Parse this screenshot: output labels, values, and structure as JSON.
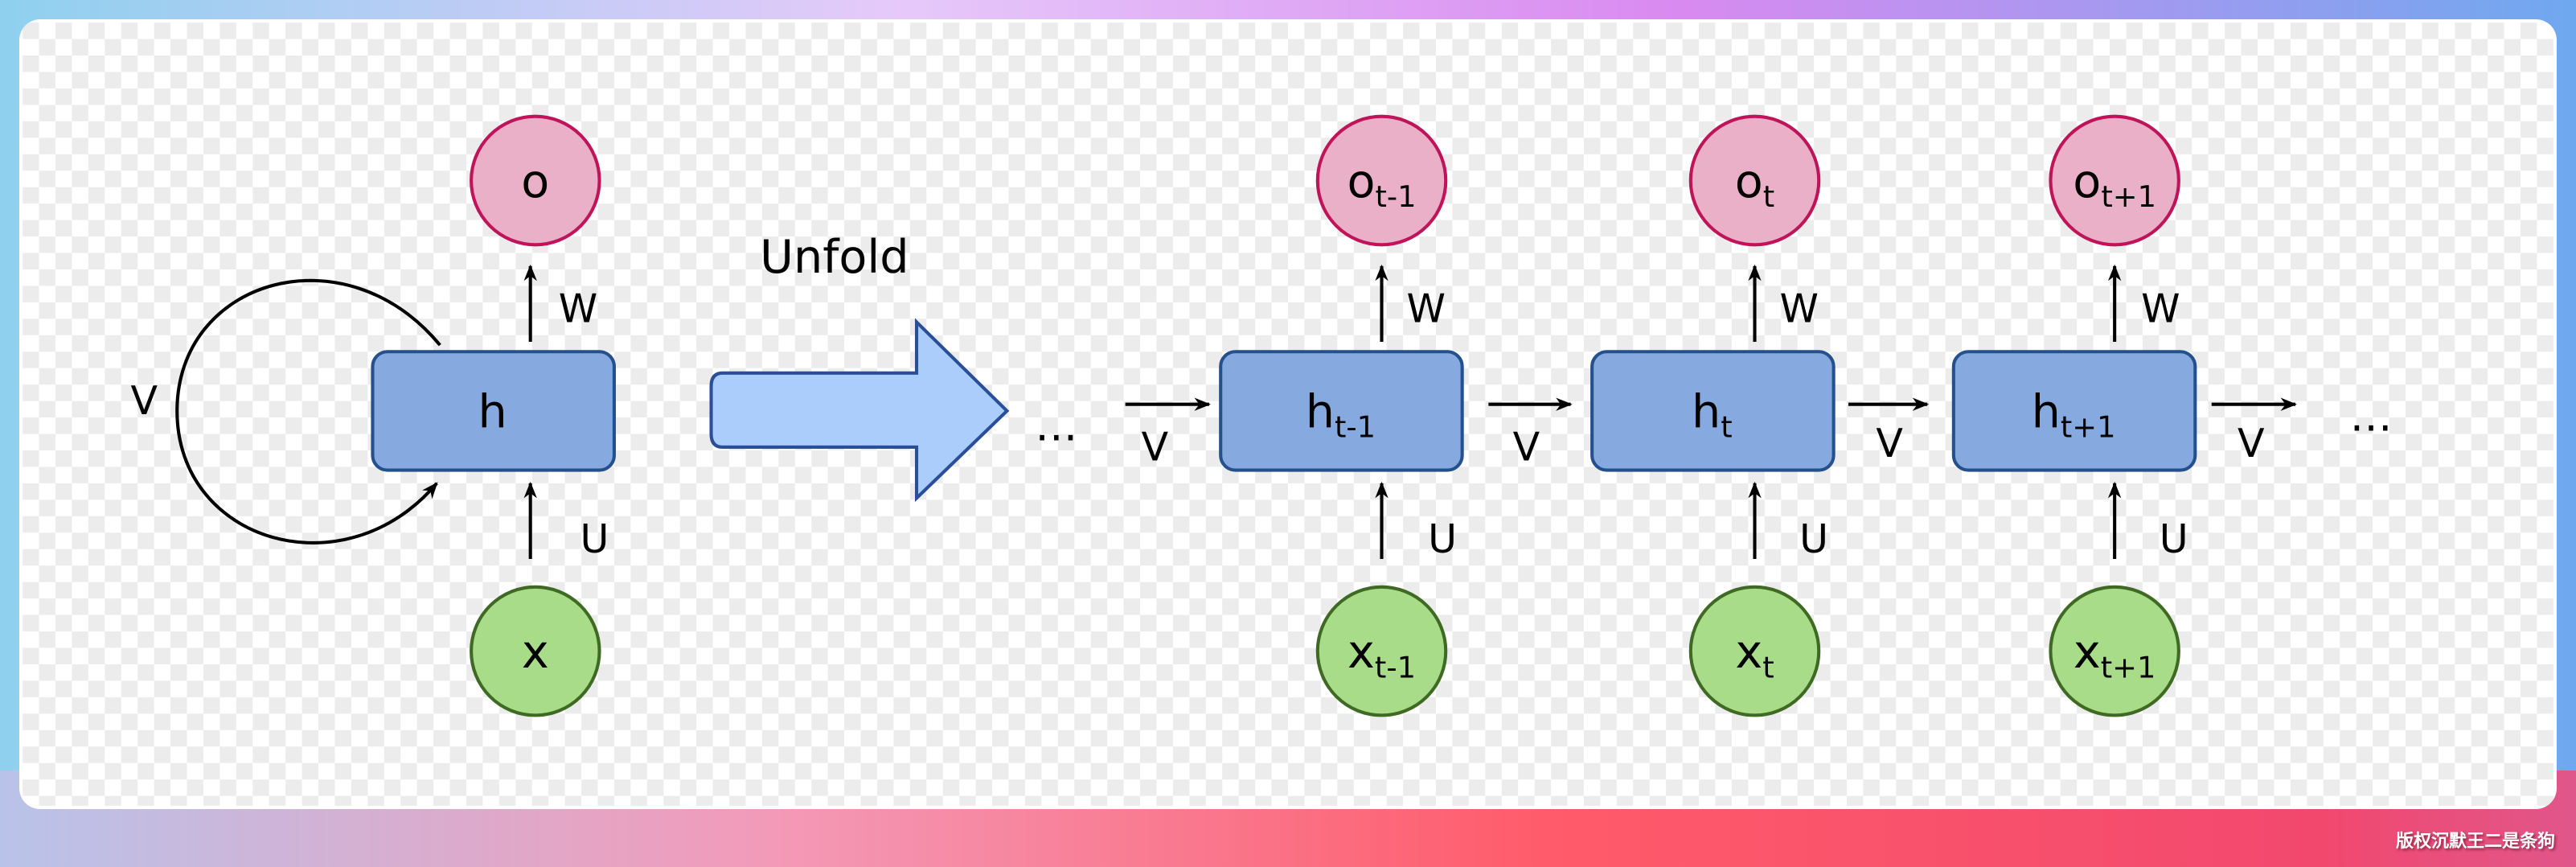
{
  "watermark": "版权沉默王二是条狗",
  "colors": {
    "output_fill": "#eab0c8",
    "output_stroke": "#c0145a",
    "hidden_fill": "#86aadf",
    "hidden_stroke": "#24508e",
    "input_fill": "#a8dc88",
    "input_stroke": "#3f6a24",
    "arrow_fill": "#aacdfb",
    "arrow_stroke": "#2a4f98"
  },
  "folded": {
    "output": "o",
    "hidden": "h",
    "input": "x",
    "w_label": "W",
    "u_label": "U",
    "v_label": "V"
  },
  "unfold_label": "Unfold",
  "ellipsis": "…",
  "steps": [
    {
      "output": "o",
      "output_sub": "t-1",
      "hidden": "h",
      "hidden_sub": "t-1",
      "input": "x",
      "input_sub": "t-1",
      "w_label": "W",
      "u_label": "U",
      "v_label": "V"
    },
    {
      "output": "o",
      "output_sub": "t",
      "hidden": "h",
      "hidden_sub": "t",
      "input": "x",
      "input_sub": "t",
      "w_label": "W",
      "u_label": "U",
      "v_label": "V"
    },
    {
      "output": "o",
      "output_sub": "t+1",
      "hidden": "h",
      "hidden_sub": "t+1",
      "input": "x",
      "input_sub": "t+1",
      "w_label": "W",
      "u_label": "U",
      "v_label": "V"
    }
  ],
  "v_in_label": "V"
}
